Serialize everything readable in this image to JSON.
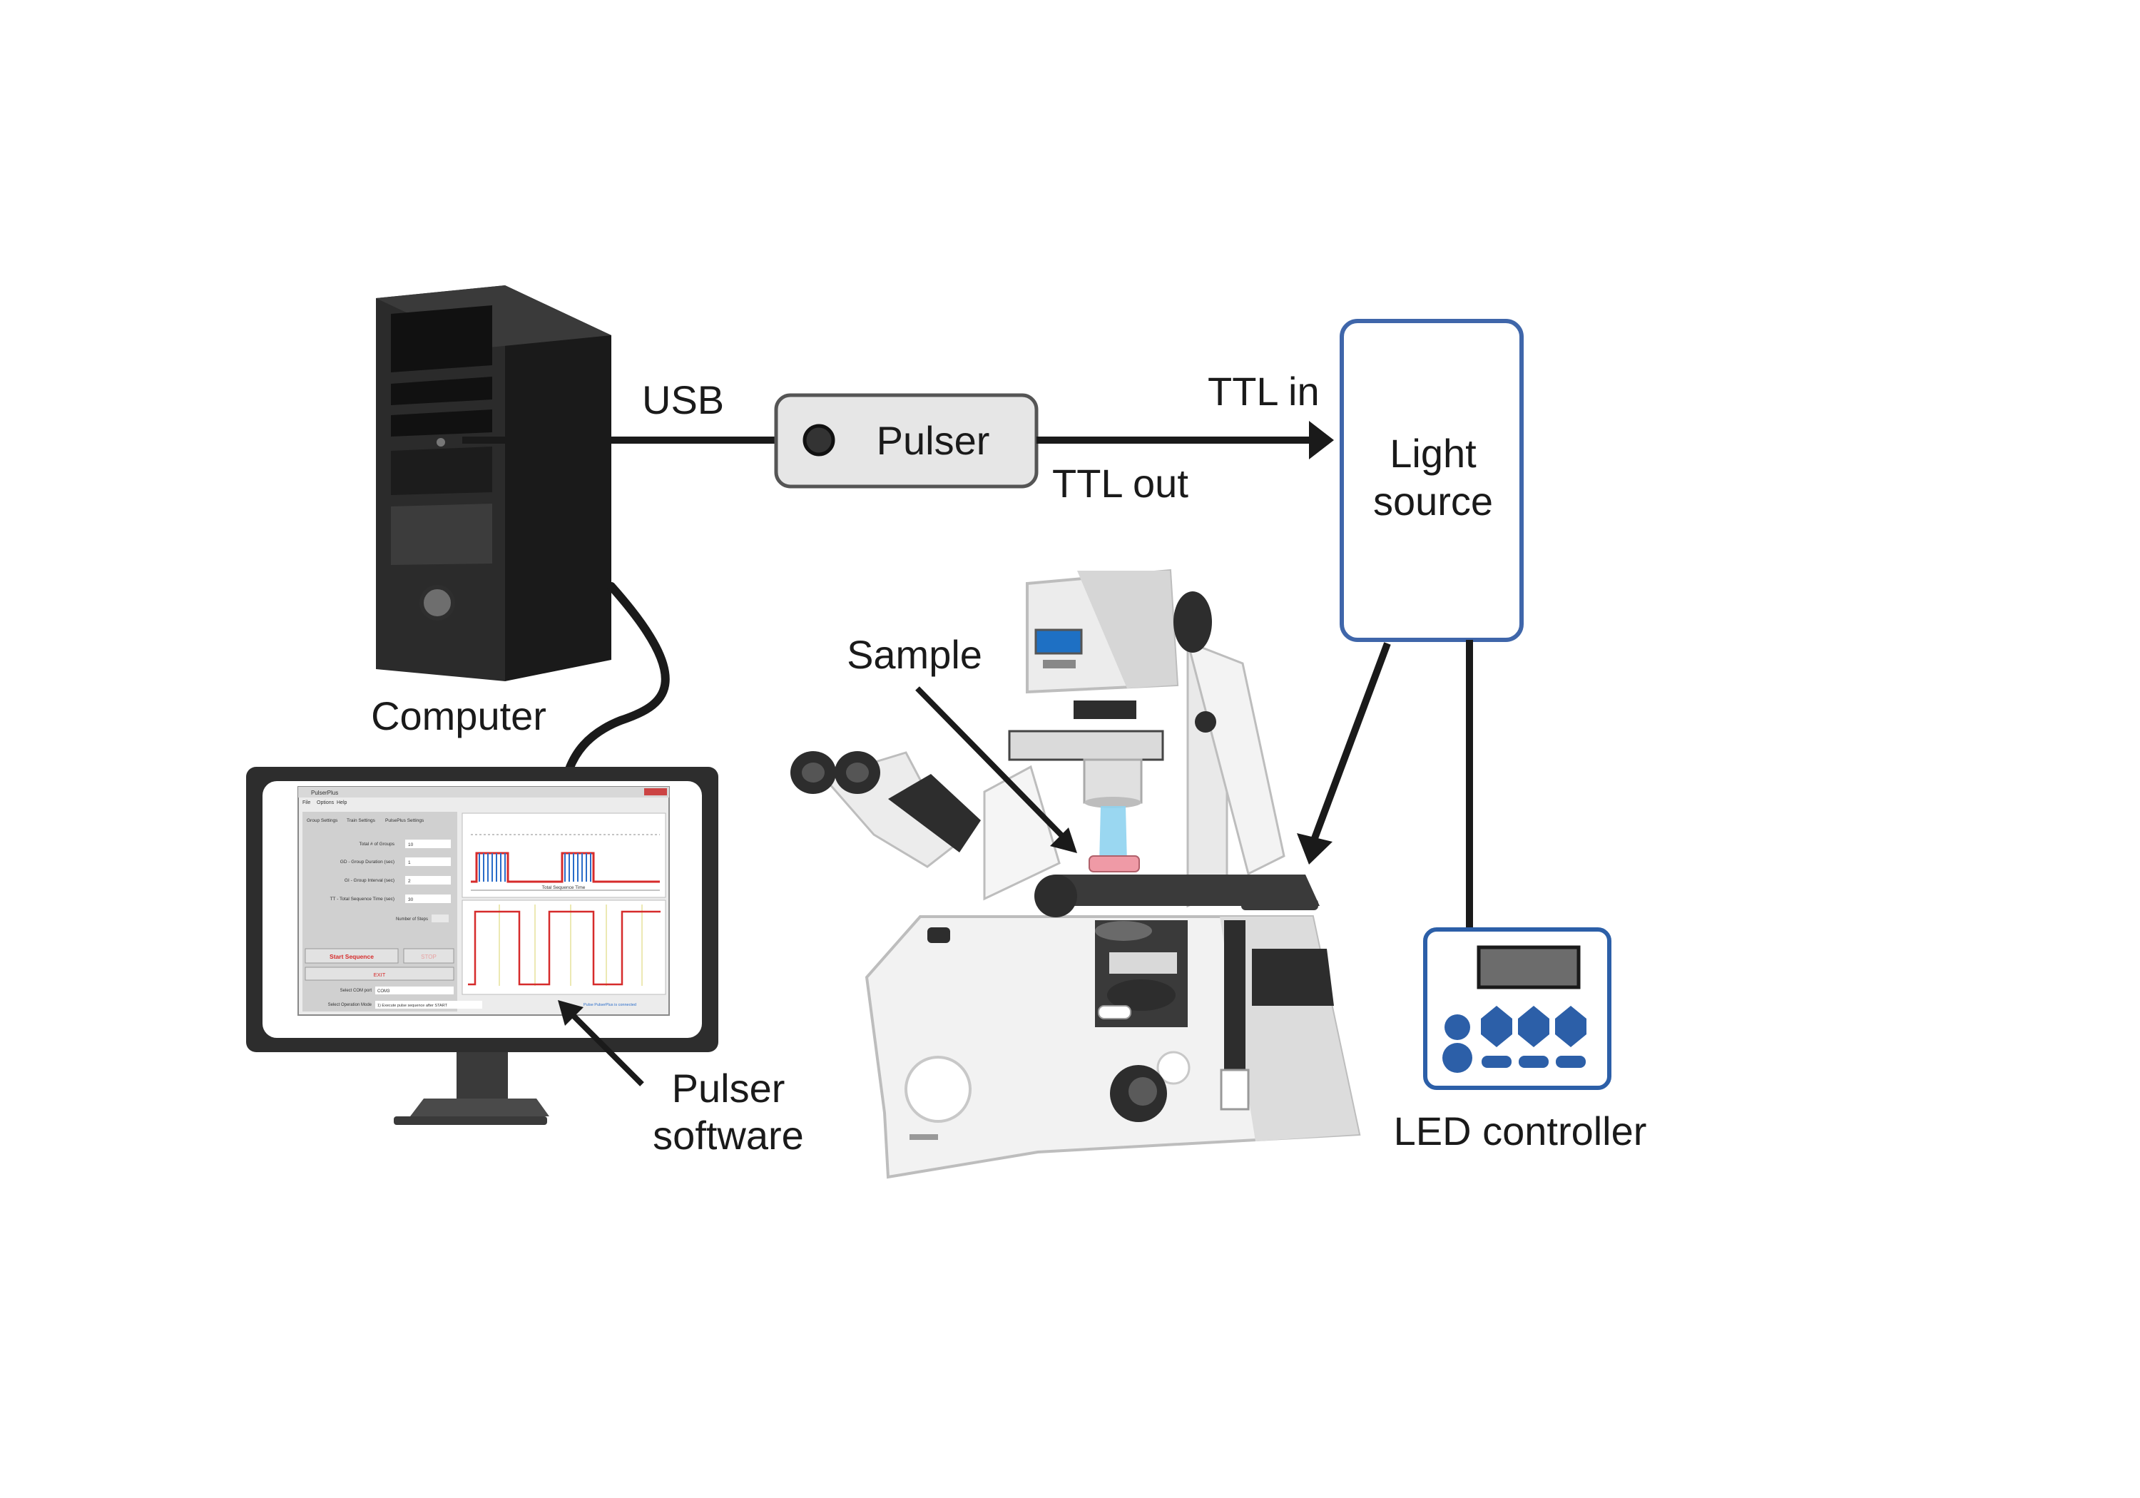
{
  "labels": {
    "computer": "Computer",
    "usb": "USB",
    "pulser": "Pulser",
    "ttl_in": "TTL in",
    "ttl_out": "TTL out",
    "light_source_line1": "Light",
    "light_source_line2": "source",
    "sample": "Sample",
    "pulser_software_line1": "Pulser",
    "pulser_software_line2": "software",
    "led_controller": "LED controller"
  },
  "software_ui": {
    "window_title": "PulserPlus",
    "menu": [
      "File",
      "Options",
      "Help"
    ],
    "tabs": [
      "Group Settings",
      "Train Settings",
      "PulsePlus Settings"
    ],
    "fields": [
      {
        "label": "Total # of Groups",
        "value": "10"
      },
      {
        "label": "GD - Group Duration (sec)",
        "value": "1"
      },
      {
        "label": "GI - Group Interval (sec)",
        "value": "2"
      },
      {
        "label": "TT - Total Sequence Time (sec)",
        "value": "30"
      }
    ],
    "number_of_steps_label": "Number of Steps",
    "start_button": "Start Sequence",
    "stop_button": "STOP",
    "exit_button": "EXIT",
    "com_port_label": "Select COM port",
    "com_port_value": "COM3",
    "operation_mode_label": "Select Operation Mode",
    "operation_mode_value": "1) Execute pulse sequence after START",
    "status_text": "Pulse PulserPlus is connected",
    "plot_axis_label": "Total Sequence Time"
  },
  "colors": {
    "outline_blue": "#3f66aa",
    "controller_blue": "#2c5fa8",
    "pulse_red": "#d62b2b",
    "pulse_blue": "#2a6cc9",
    "light_beam": "#8fd3f0"
  }
}
